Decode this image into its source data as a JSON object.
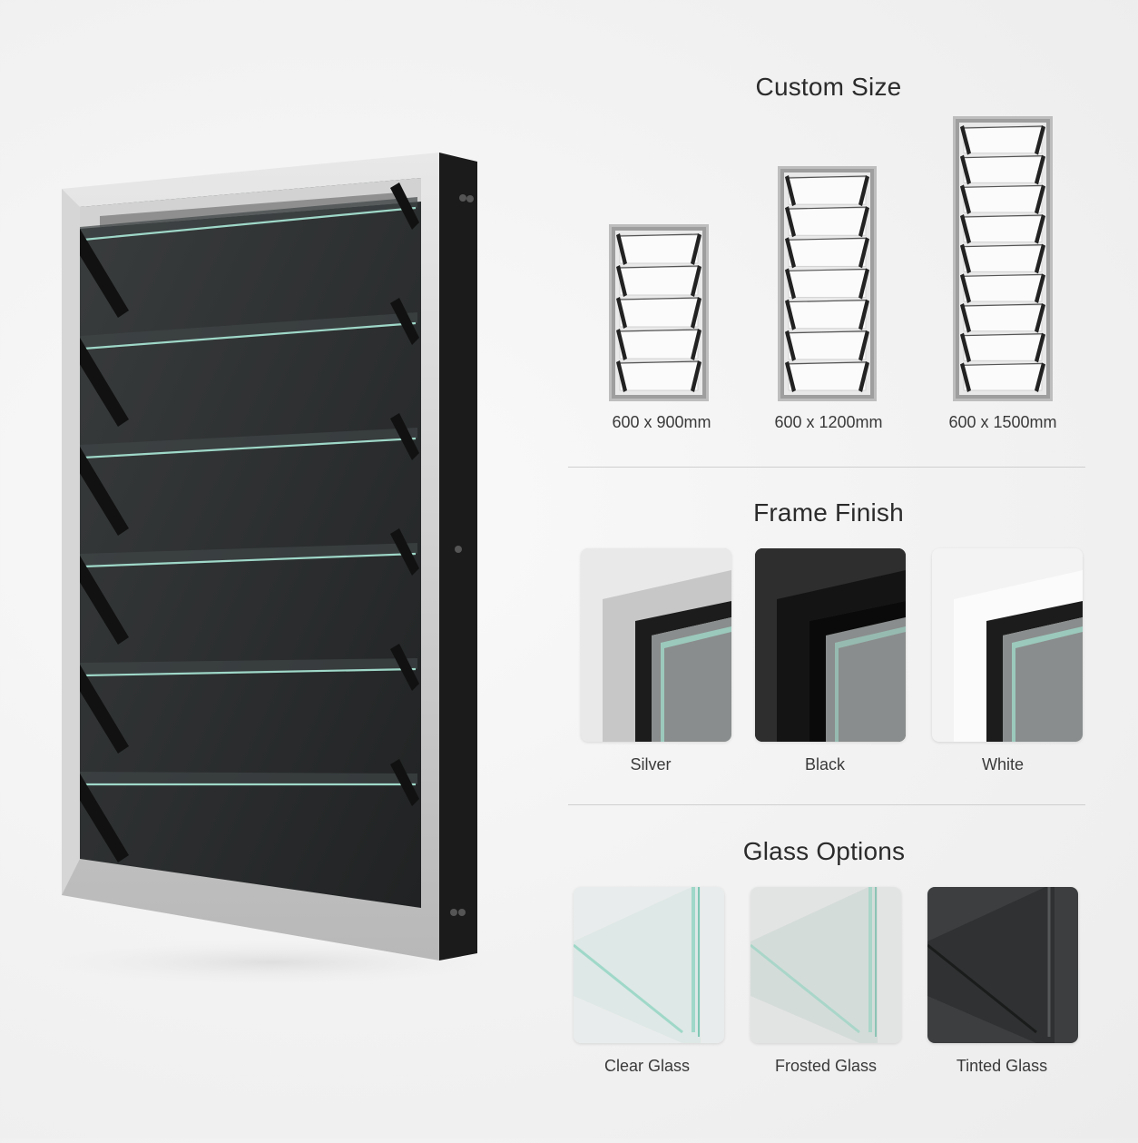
{
  "sections": {
    "custom_size": {
      "title": "Custom Size",
      "sizes": [
        {
          "label": "600 x 900mm",
          "louvers": 5
        },
        {
          "label": "600 x 1200mm",
          "louvers": 7
        },
        {
          "label": "600 x 1500mm",
          "louvers": 9
        }
      ]
    },
    "frame_finish": {
      "title": "Frame Finish",
      "options": [
        {
          "label": "Silver",
          "color": "#c9c9c9"
        },
        {
          "label": "Black",
          "color": "#1c1c1c"
        },
        {
          "label": "White",
          "color": "#f4f4f4"
        }
      ]
    },
    "glass_options": {
      "title": "Glass Options",
      "options": [
        {
          "label": "Clear Glass",
          "color": "#dfe9e6"
        },
        {
          "label": "Frosted Glass",
          "color": "#d6dcd9"
        },
        {
          "label": "Tinted Glass",
          "color": "#3b3d3e"
        }
      ]
    }
  },
  "product": {
    "louver_count": 6,
    "frame_color": "#bfc0c1",
    "side_color": "#1d1d1d",
    "glass_color": "#2b2e2f",
    "edge_color": "#9fd8c8"
  }
}
